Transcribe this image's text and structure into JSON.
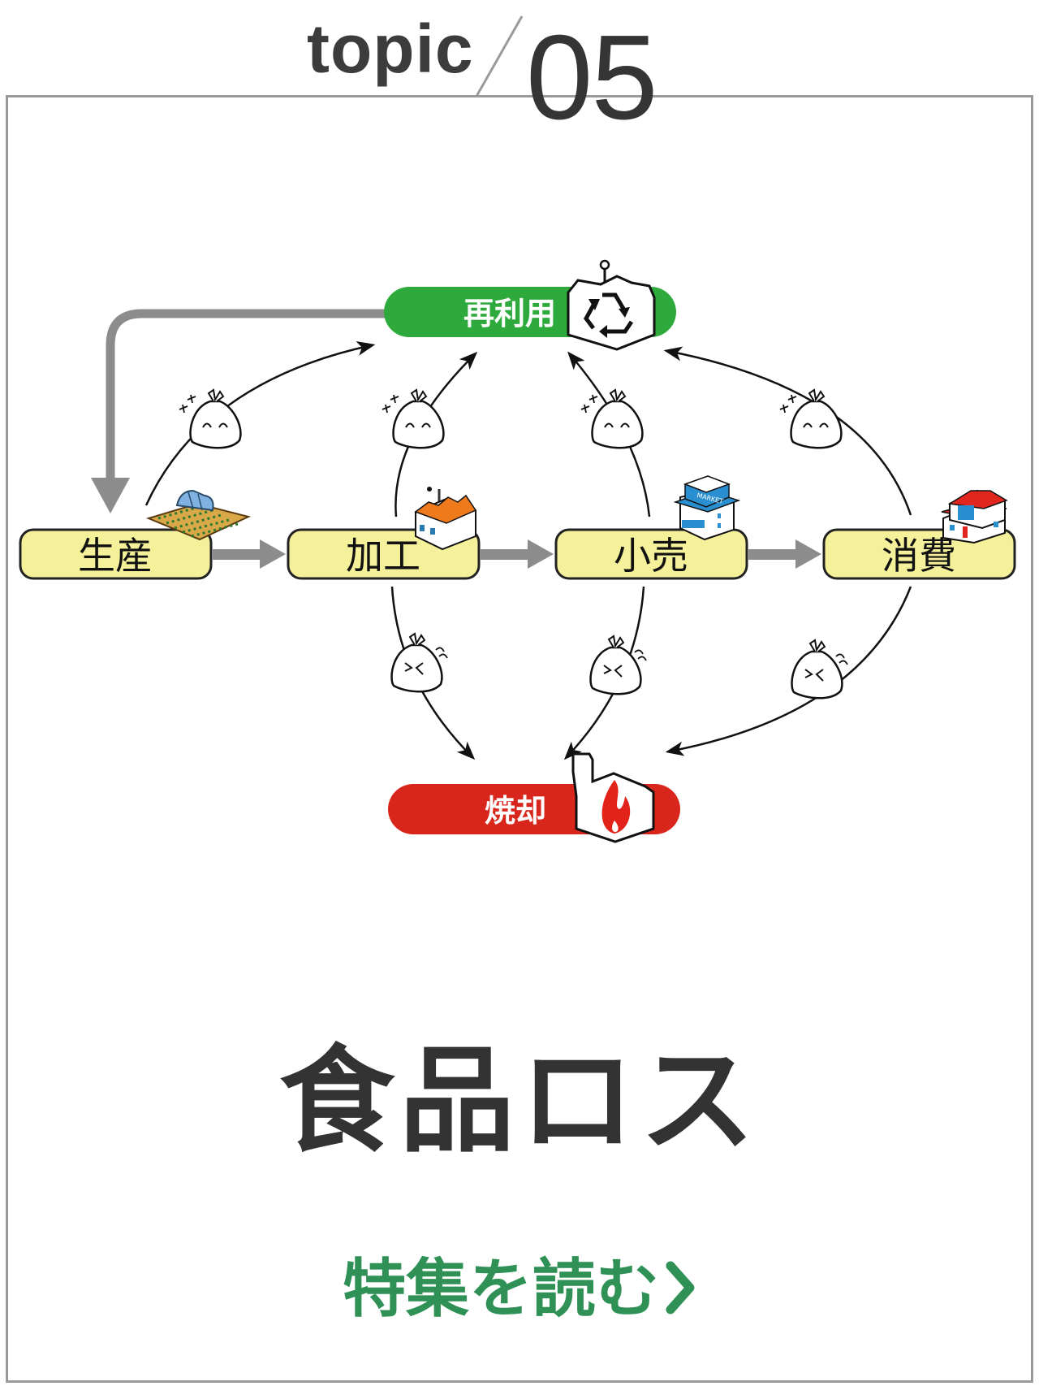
{
  "header": {
    "topic_word": "topic",
    "topic_number": "05"
  },
  "diagram": {
    "reuse": {
      "label": "再利用",
      "color": "#2eaa3c",
      "icon": "recycle-facility-icon"
    },
    "incineration": {
      "label": "焼却",
      "color": "#d9261c",
      "icon": "incinerator-fire-icon"
    },
    "stages": [
      {
        "label": "生産",
        "icon": "farm-greenhouse-icon"
      },
      {
        "label": "加工",
        "icon": "factory-icon"
      },
      {
        "label": "小売",
        "icon": "market-building-icon",
        "sign_text": "MARKET"
      },
      {
        "label": "消費",
        "icon": "house-icon"
      }
    ],
    "node_fill": "#f5f09a",
    "flow_arrow_color": "#8c8c8c",
    "happy_bag_icon": "happy-garbage-bag-icon",
    "sad_bag_icon": "distressed-garbage-bag-icon"
  },
  "title": "食品ロス",
  "cta": {
    "label": "特集を読む",
    "icon": "chevron-right-icon",
    "color": "#2f9155"
  }
}
